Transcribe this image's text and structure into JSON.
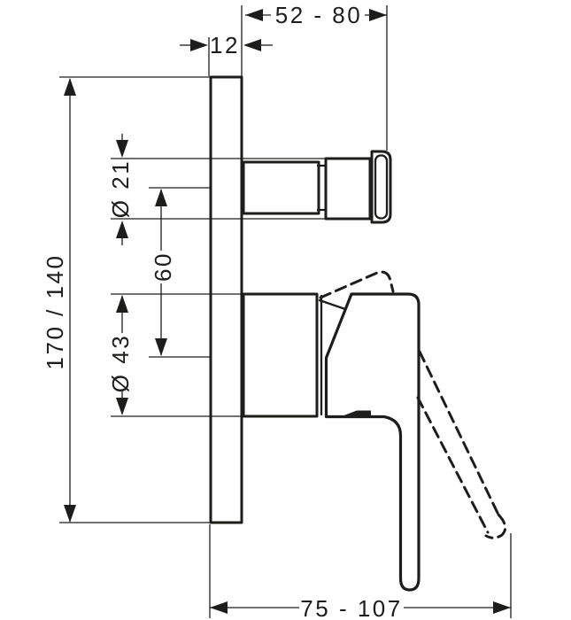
{
  "drawing": {
    "title": "concealed-single-lever-mixer-side-view-dimension-drawing",
    "background_color": "#ffffff",
    "line_color": "#1d1d1b",
    "labels": {
      "projection_range_top": "52 - 80",
      "plate_thickness": "12",
      "plate_height_range": "170 / 140",
      "spindle_diameter": "Ø 21",
      "axis_distance": "60",
      "sleeve_diameter": "Ø 43",
      "reach_range_bottom": "75 - 107"
    }
  }
}
